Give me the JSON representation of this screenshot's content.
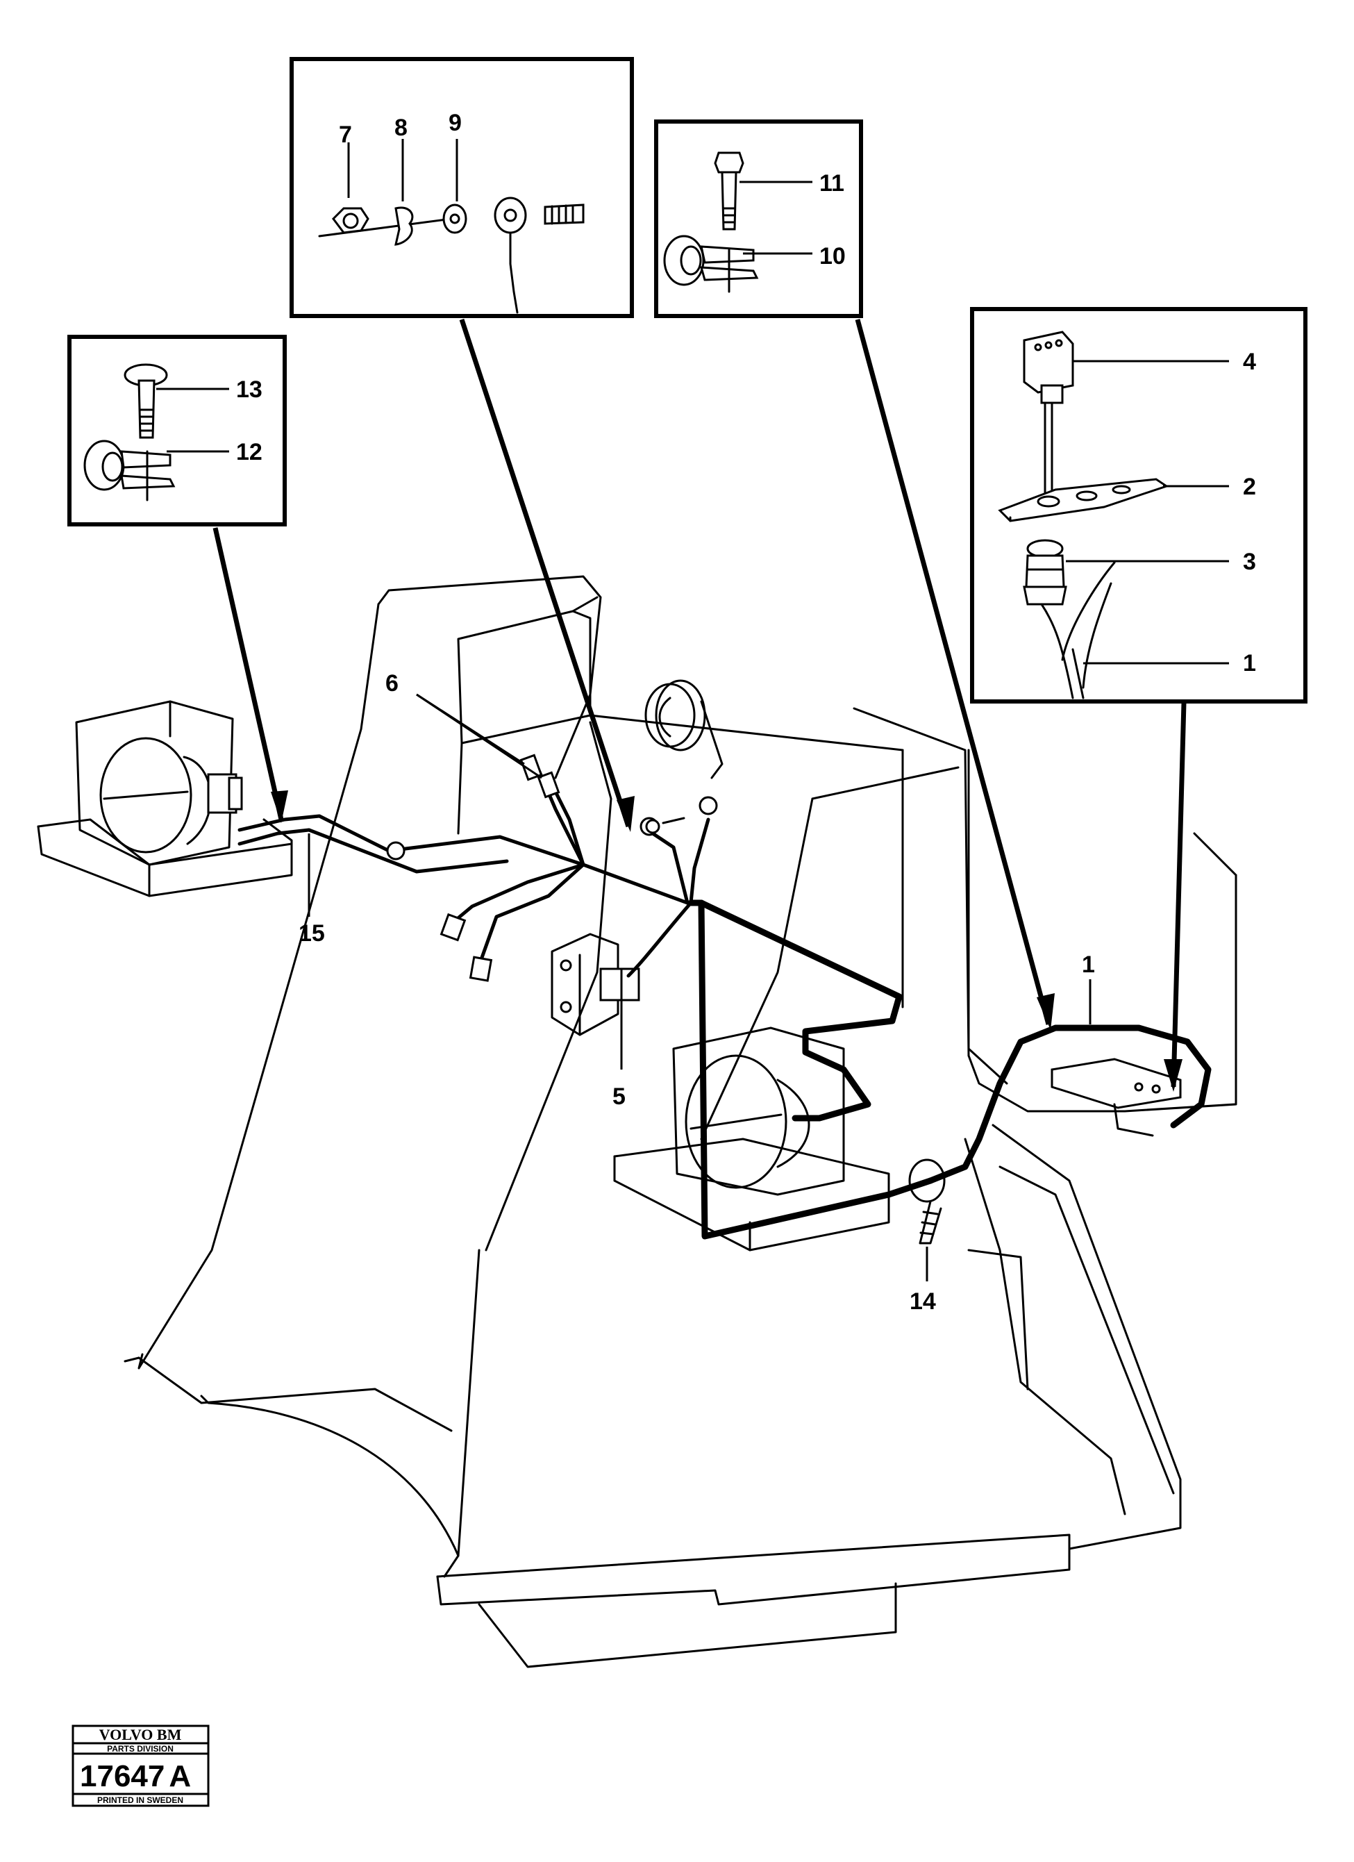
{
  "callouts": {
    "c1": "1",
    "c1b": "1",
    "c2": "2",
    "c3": "3",
    "c4": "4",
    "c5": "5",
    "c6": "6",
    "c7": "7",
    "c8": "8",
    "c9": "9",
    "c10": "10",
    "c11": "11",
    "c12": "12",
    "c13": "13",
    "c14": "14",
    "c15": "15"
  },
  "stamp": {
    "brand": "VOLVO BM",
    "division": "PARTS DIVISION",
    "number": "17647",
    "suffix": "A",
    "printed": "PRINTED IN SWEDEN"
  }
}
